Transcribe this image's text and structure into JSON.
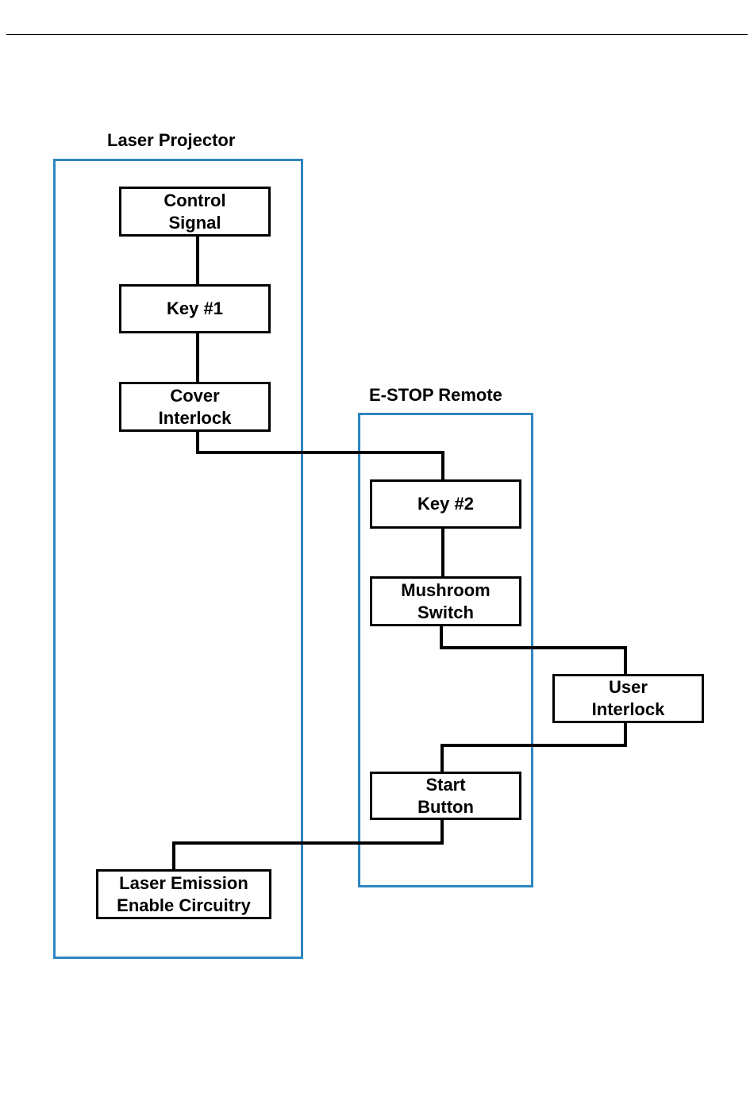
{
  "diagram": {
    "groups": {
      "laser_projector": {
        "title": "Laser Projector"
      },
      "estop_remote": {
        "title": "E-STOP Remote"
      }
    },
    "nodes": {
      "control_signal": {
        "line1": "Control",
        "line2": "Signal"
      },
      "key1": {
        "line1": "Key #1"
      },
      "cover_interlock": {
        "line1": "Cover",
        "line2": "Interlock"
      },
      "key2": {
        "line1": "Key #2"
      },
      "mushroom_switch": {
        "line1": "Mushroom",
        "line2": "Switch"
      },
      "user_interlock": {
        "line1": "User",
        "line2": "Interlock"
      },
      "start_button": {
        "line1": "Start",
        "line2": "Button"
      },
      "laser_emission": {
        "line1": "Laser Emission",
        "line2": "Enable Circuitry"
      }
    },
    "colors": {
      "group_border": "#2e86c1",
      "node_border": "#000000",
      "wire": "#000000"
    }
  }
}
